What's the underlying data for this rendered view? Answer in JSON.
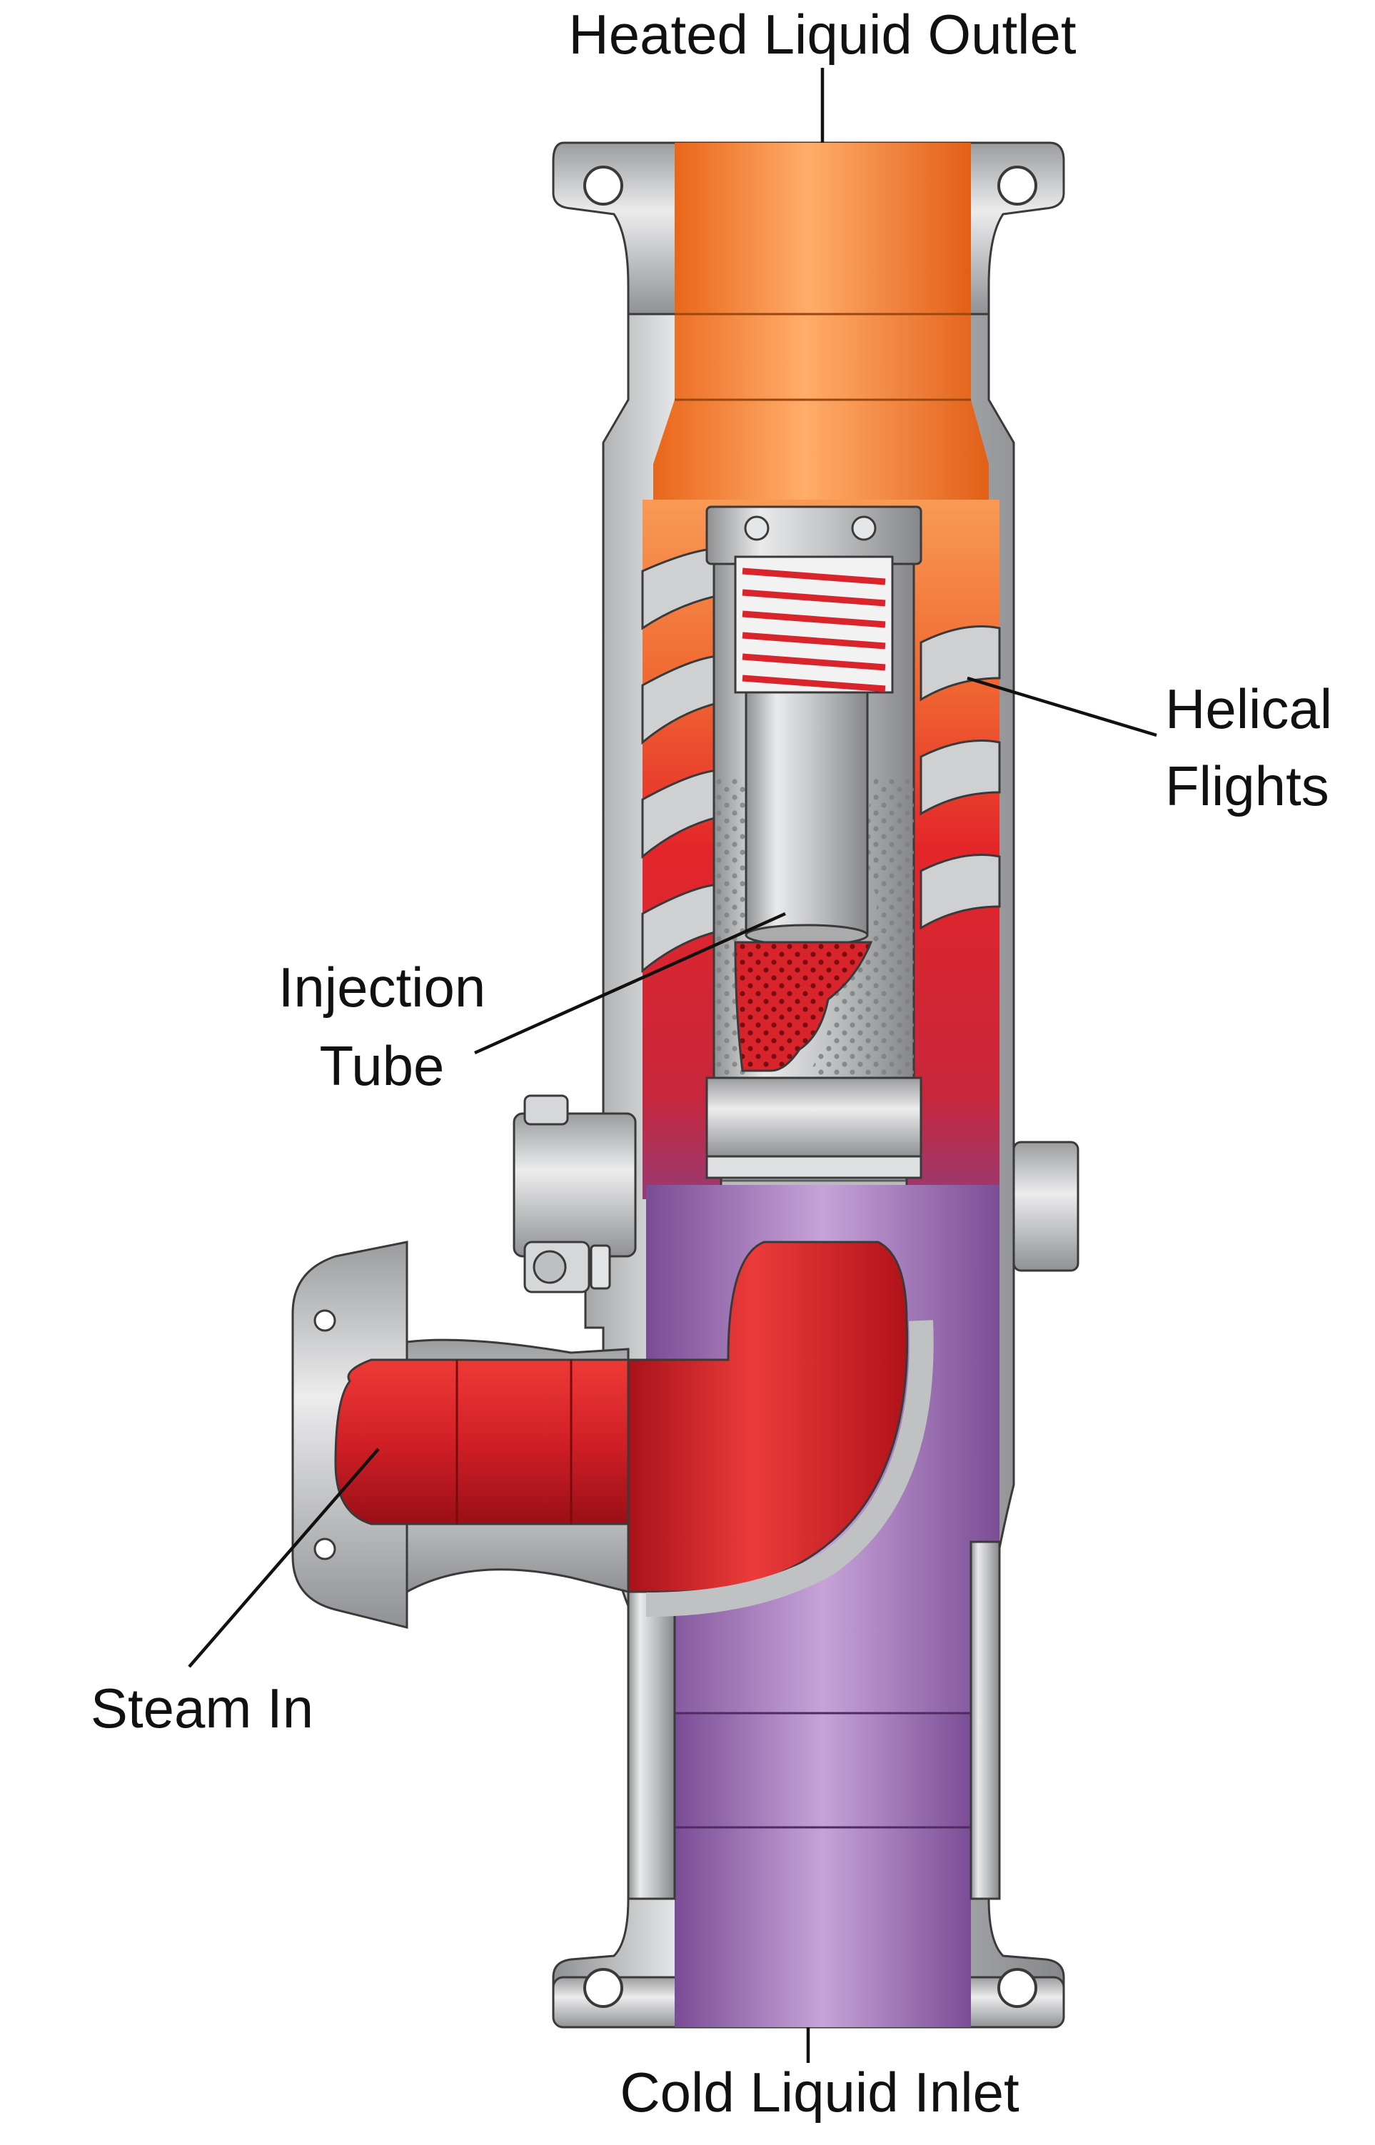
{
  "labels": {
    "outlet": "Heated Liquid Outlet",
    "helical_line1": "Helical",
    "helical_line2": "Flights",
    "injection_line1": "Injection",
    "injection_line2": "Tube",
    "steam": "Steam In",
    "inlet": "Cold Liquid Inlet"
  },
  "colors": {
    "hot_liquid": "#F5822A",
    "steam": "#D8242B",
    "cold_liquid": "#9A6DB3",
    "steel": "#C9CACC"
  }
}
